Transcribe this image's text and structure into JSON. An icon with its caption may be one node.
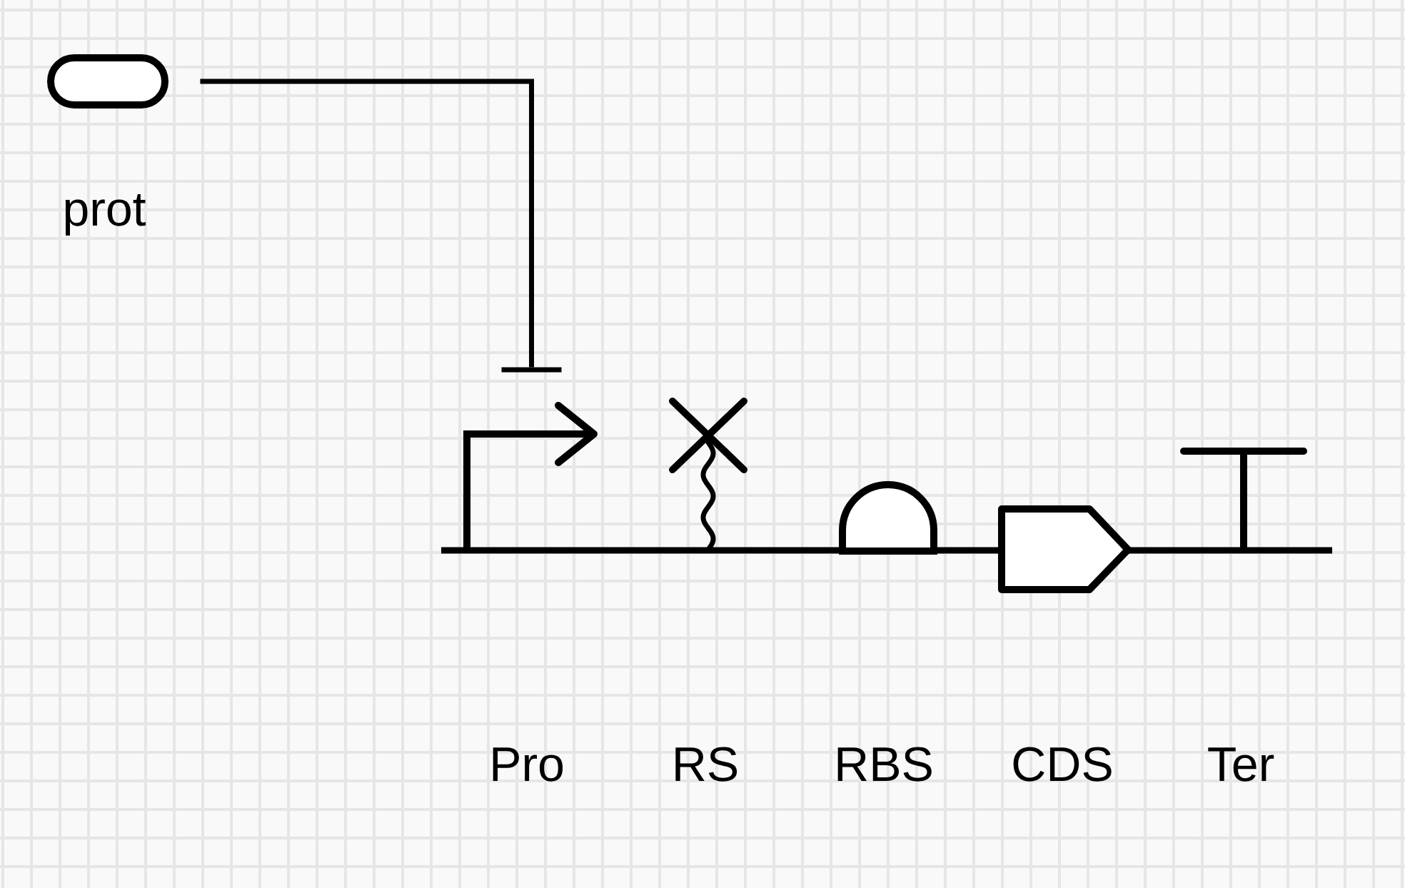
{
  "diagram": {
    "nodes": [
      {
        "text": [],
        "shape": "pill",
        "beside": [
          "prot"
        ]
      },
      {
        "text": [],
        "shape": "arrow"
      },
      {
        "text": [],
        "shape": "cross"
      },
      {
        "text": [],
        "shape": "dome"
      },
      {
        "text": [],
        "shape": "pentagon"
      },
      {
        "text": [],
        "shape": "tee"
      }
    ],
    "edges": [
      {
        "from": 0,
        "to": 1,
        "arrow": "other"
      }
    ],
    "labels": [
      "Pro",
      "RS",
      "RBS",
      "CDS",
      "Ter"
    ]
  }
}
